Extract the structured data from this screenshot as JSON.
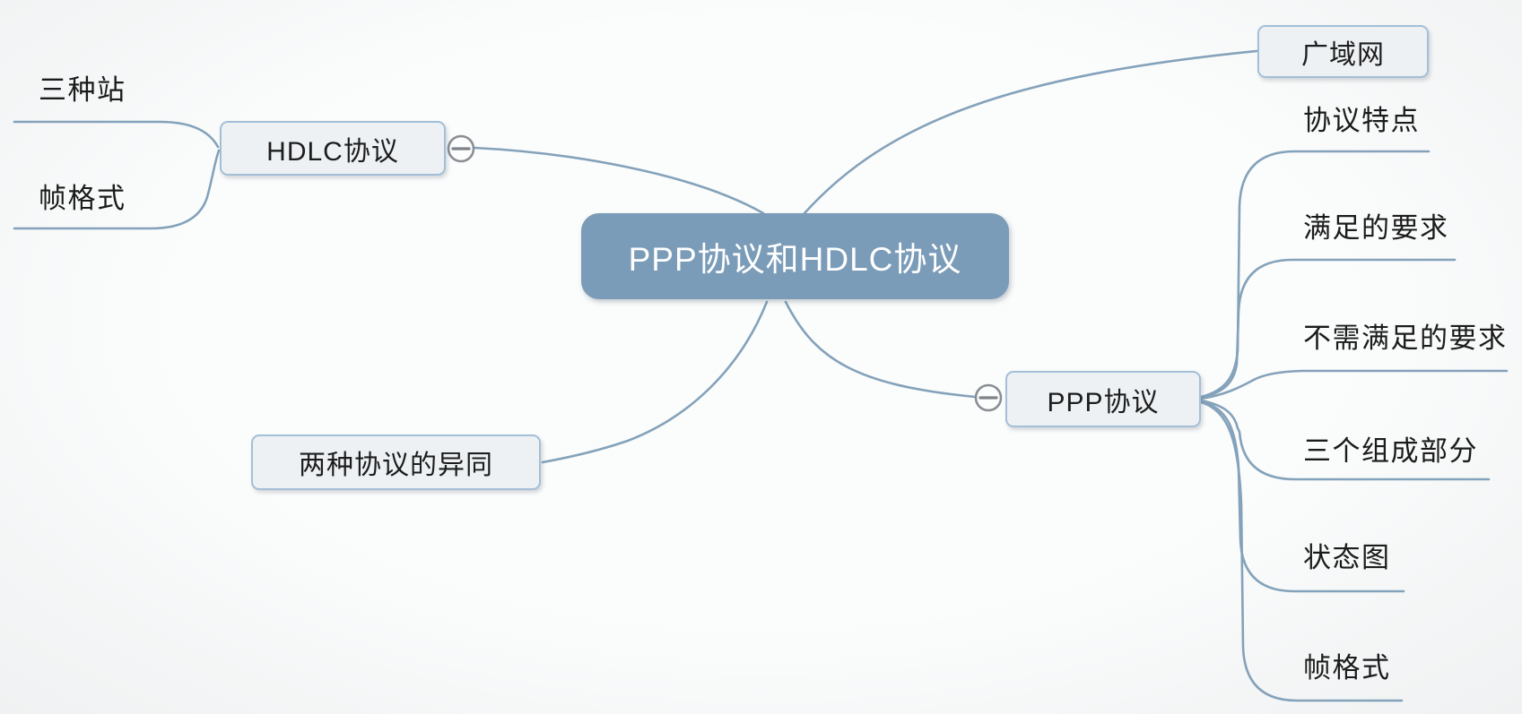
{
  "mindmap": {
    "root": {
      "label": "PPP协议和HDLC协议"
    },
    "branches": {
      "hdlc": {
        "label": "HDLC协议",
        "collapse_icon": "minus-circle",
        "children": [
          {
            "label": "三种站"
          },
          {
            "label": "帧格式"
          }
        ]
      },
      "wan": {
        "label": "广域网"
      },
      "compare": {
        "label": "两种协议的异同"
      },
      "ppp": {
        "label": "PPP协议",
        "collapse_icon": "minus-circle",
        "children": [
          {
            "label": "协议特点"
          },
          {
            "label": "满足的要求"
          },
          {
            "label": "不需满足的要求"
          },
          {
            "label": "三个组成部分"
          },
          {
            "label": "状态图"
          },
          {
            "label": "帧格式"
          }
        ]
      }
    },
    "colors": {
      "background": "#f6f7f7",
      "root_fill": "#7b9cb8",
      "root_text": "#ffffff",
      "node_fill": "#edf1f4",
      "node_border": "#a3bfd7",
      "node_text": "#1d1d1d",
      "connector": "#84a2ba",
      "collapse_ring": "#8a8f94"
    }
  }
}
